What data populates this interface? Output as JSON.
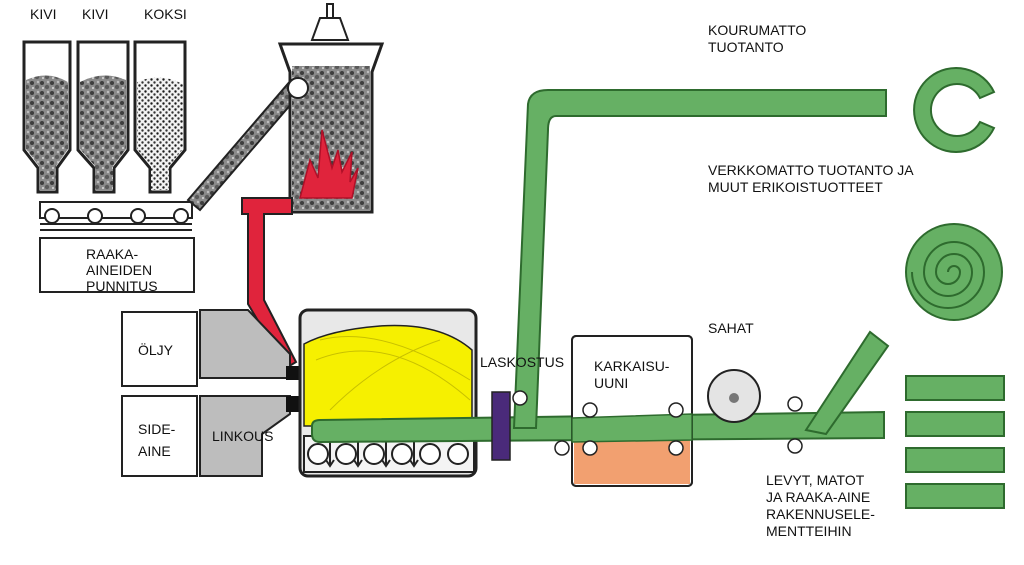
{
  "colors": {
    "mat_green": "#66b064",
    "mat_stroke": "#2e6b2e",
    "melt_yellow": "#f6f000",
    "flame_red": "#e0243c",
    "furnace_gray": "#e8e8e8",
    "oil_gray": "#bdbdbd",
    "curing_orange": "#f2a070",
    "laskostus_purple": "#4a2a7a",
    "outline": "#222222"
  },
  "labels": {
    "stone1": "KIVI",
    "stone2": "KIVI",
    "coke": "KOKSI",
    "weighing": "RAAKA-\nAINEIDEN\nPUNNITUS",
    "oil": "ÖLJY",
    "binder": "SIDE-\nAINE",
    "spinning": "LINKOUS",
    "pleating": "LASKOSTUS",
    "curing_oven": "KARKAISU-\nUUNI",
    "saws": "SAHAT",
    "pipe_section": "KOURUMATTO\nTUOTANTO",
    "mesh_mat": "VERKKOMATTO TUOTANTO JA\nMUUT ERIKOISTUOTTEET",
    "boards": "LEVYT, MATOT\nJA RAAKA-AINE\nRAKENNUSELE-\nMENTTEIHIN"
  },
  "icons": {
    "feed_hopper": "cone-hopper-icon",
    "pipe_product": "c-shaped-pipe-section-icon",
    "roll_product": "spiral-roll-icon",
    "board_stack": "stacked-boards-icon",
    "saw": "circular-saw-icon"
  }
}
